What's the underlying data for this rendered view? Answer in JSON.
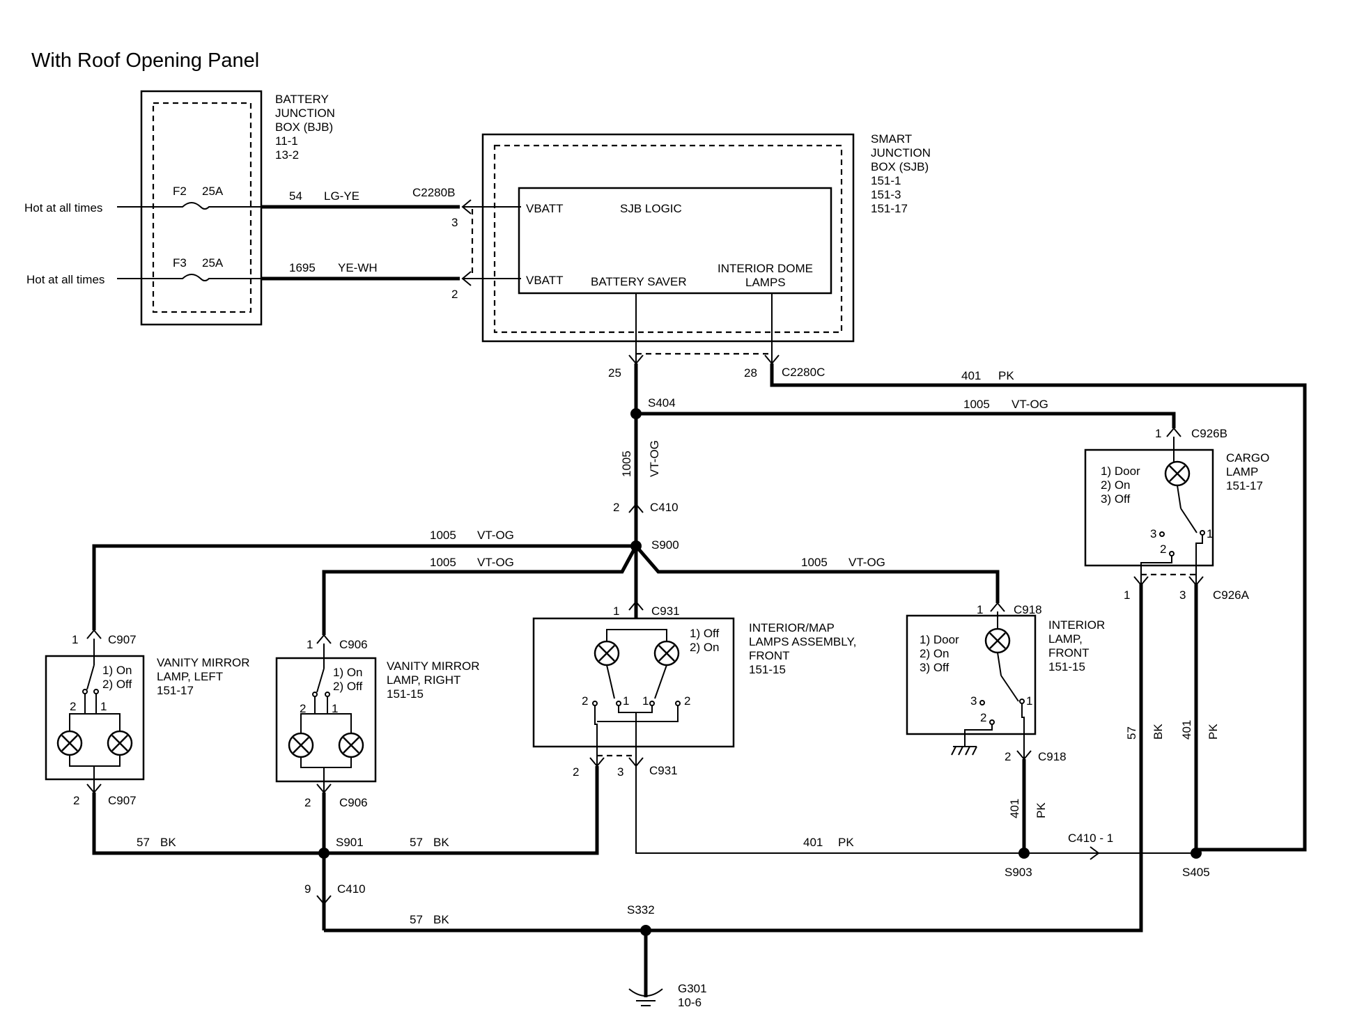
{
  "title": "With Roof Opening Panel",
  "bjb": {
    "lines": [
      "BATTERY",
      "JUNCTION",
      "BOX (BJB)",
      "11-1",
      "13-2"
    ],
    "fuse1": {
      "name": "F2",
      "rating": "25A"
    },
    "fuse2": {
      "name": "F3",
      "rating": "25A"
    },
    "hot1": "Hot at all times",
    "hot2": "Hot at all times"
  },
  "sjb": {
    "lines": [
      "SMART",
      "JUNCTION",
      "BOX (SJB)",
      "151-1",
      "151-3",
      "151-17"
    ],
    "vbatt1": "VBATT",
    "vbatt2": "VBATT",
    "logic": "SJB LOGIC",
    "saver": "BATTERY SAVER",
    "dome1": "INTERIOR DOME",
    "dome2": "LAMPS"
  },
  "wires": {
    "w54": {
      "circuit": "54",
      "color": "LG-YE"
    },
    "w1695": {
      "circuit": "1695",
      "color": "YE-WH"
    },
    "w401_top": {
      "circuit": "401",
      "color": "PK"
    },
    "w1005_top": {
      "circuit": "1005",
      "color": "VT-OG"
    },
    "w1005_vert": {
      "circuit": "1005",
      "color": "VT-OG"
    },
    "w1005_left1": {
      "circuit": "1005",
      "color": "VT-OG"
    },
    "w1005_left2": {
      "circuit": "1005",
      "color": "VT-OG"
    },
    "w1005_right": {
      "circuit": "1005",
      "color": "VT-OG"
    },
    "w57_left": {
      "circuit": "57",
      "color": "BK"
    },
    "w57_mid": {
      "circuit": "57",
      "color": "BK"
    },
    "w57_bottom": {
      "circuit": "57",
      "color": "BK"
    },
    "w401_bottom": {
      "circuit": "401",
      "color": "PK"
    },
    "w401_c918": {
      "circuit": "401",
      "color": "PK"
    },
    "w57_right": {
      "circuit": "57",
      "color": "BK"
    },
    "w401_right": {
      "circuit": "401",
      "color": "PK"
    }
  },
  "connectors": {
    "c2280b": "C2280B",
    "c2280b_pin1": "3",
    "c2280b_pin2": "2",
    "c2280c": "C2280C",
    "c2280c_pin25": "25",
    "c2280c_pin28": "28",
    "c410_top": "C410",
    "c410_top_pin": "2",
    "c926b": "C926B",
    "c926b_pin": "1",
    "c926a": "C926A",
    "c926a_pin1": "1",
    "c926a_pin3": "3",
    "c907_top": "C907",
    "c907_top_pin": "1",
    "c907_bot": "C907",
    "c907_bot_pin": "2",
    "c906_top": "C906",
    "c906_top_pin": "1",
    "c906_bot": "C906",
    "c906_bot_pin": "2",
    "c931_top": "C931",
    "c931_top_pin": "1",
    "c931_bot": "C931",
    "c931_bot_pin2": "2",
    "c931_bot_pin3": "3",
    "c918_top": "C918",
    "c918_top_pin": "1",
    "c918_bot": "C918",
    "c918_bot_pin": "2",
    "c410_bot": "C410",
    "c410_bot_pin": "9",
    "c410_arrow": "C410  -  1"
  },
  "splices": {
    "s404": "S404",
    "s900": "S900",
    "s901": "S901",
    "s903": "S903",
    "s405": "S405",
    "s332": "S332"
  },
  "ground": {
    "name": "G301",
    "ref": "10-6"
  },
  "cargo": {
    "lines": [
      "CARGO",
      "LAMP",
      "151-17"
    ],
    "modes": [
      "1) Door",
      "2) On",
      "3) Off"
    ],
    "pin3": "3",
    "pin2": "2",
    "pin1": "1"
  },
  "vanity_left": {
    "lines": [
      "VANITY MIRROR",
      "LAMP, LEFT",
      "151-17"
    ],
    "modes": [
      "1) On",
      "2) Off"
    ],
    "pin2": "2",
    "pin1": "1"
  },
  "vanity_right": {
    "lines": [
      "VANITY MIRROR",
      "LAMP, RIGHT",
      "151-15"
    ],
    "modes": [
      "1) On",
      "2) Off"
    ],
    "pin2": "2",
    "pin1": "1"
  },
  "map_lamps": {
    "lines": [
      "INTERIOR/MAP",
      "LAMPS ASSEMBLY,",
      "FRONT",
      "151-15"
    ],
    "modes": [
      "1) Off",
      "2) On"
    ],
    "pins": [
      "2",
      "1",
      "1",
      "2"
    ]
  },
  "interior_front": {
    "lines": [
      "INTERIOR",
      "LAMP,",
      "FRONT",
      "151-15"
    ],
    "modes": [
      "1) Door",
      "2) On",
      "3) Off"
    ],
    "pin3": "3",
    "pin2": "2",
    "pin1": "1"
  }
}
